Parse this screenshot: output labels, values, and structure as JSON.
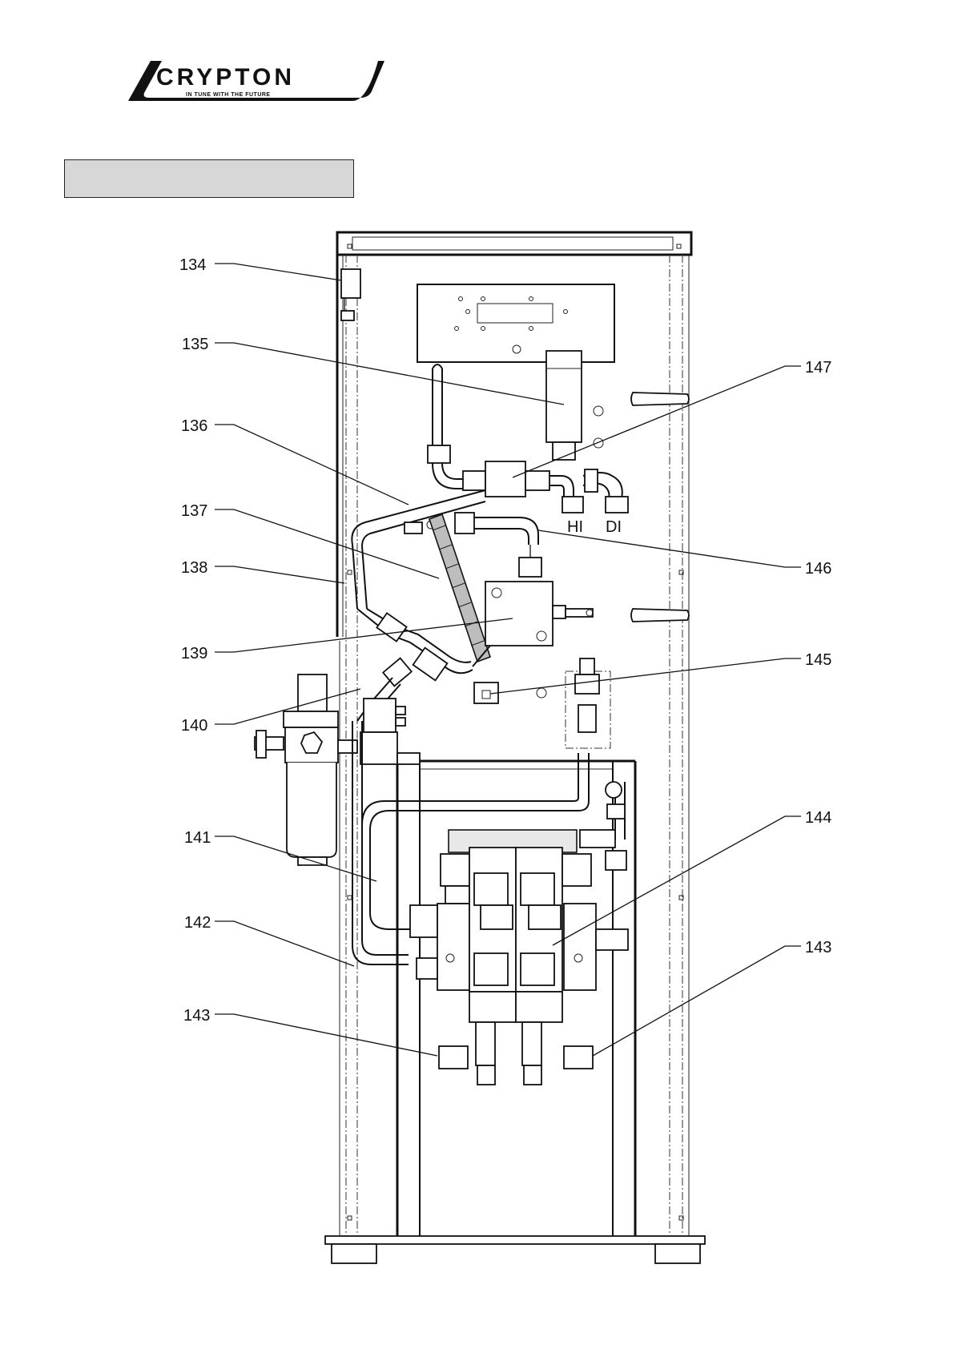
{
  "header": {
    "brand_name": "CRYPTON",
    "brand_tagline": "IN TUNE WITH THE FUTURE",
    "title_box_text": ""
  },
  "diagram": {
    "port_labels": [
      "HI",
      "DI"
    ],
    "callouts": [
      "134",
      "135",
      "136",
      "137",
      "138",
      "139",
      "140",
      "141",
      "142",
      "143",
      "143",
      "144",
      "145",
      "146",
      "147"
    ]
  }
}
